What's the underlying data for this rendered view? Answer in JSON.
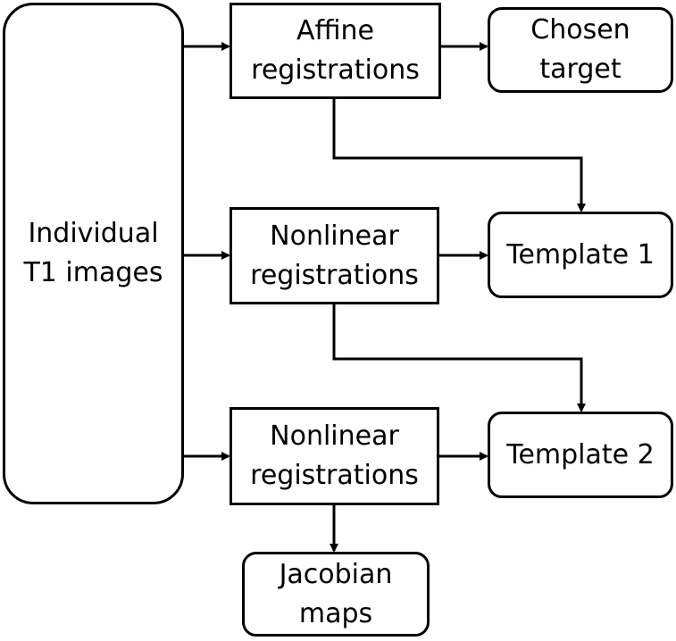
{
  "nodes": {
    "individual": {
      "line1": "Individual",
      "line2": "T1 images"
    },
    "affine": {
      "line1": "Affine",
      "line2": "registrations"
    },
    "chosen": {
      "line1": "Chosen",
      "line2": "target"
    },
    "nonlinear1": {
      "line1": "Nonlinear",
      "line2": "registrations"
    },
    "template1": {
      "line1": "Template 1"
    },
    "nonlinear2": {
      "line1": "Nonlinear",
      "line2": "registrations"
    },
    "template2": {
      "line1": "Template 2"
    },
    "jacobian": {
      "line1": "Jacobian",
      "line2": "maps"
    }
  },
  "colors": {
    "stroke": "#000000",
    "fill": "#ffffff",
    "text": "#000000"
  }
}
